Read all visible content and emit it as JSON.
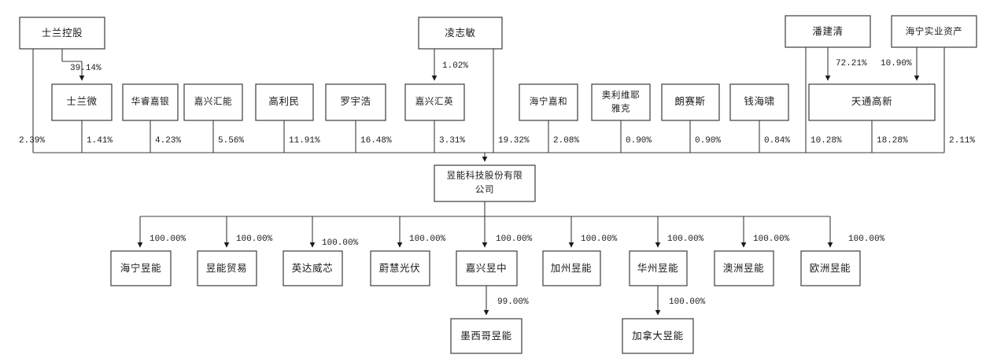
{
  "diagram": {
    "type": "ownership-structure-chart",
    "title": "",
    "center_company": {
      "id": "center",
      "label": "昱能科技股份有限公司"
    },
    "top_shareholders": [
      {
        "id": "shilan-holding",
        "label": "士兰控股"
      },
      {
        "id": "ling-zhimin",
        "label": "凌志敏"
      },
      {
        "id": "pan-jianqing",
        "label": "潘建清"
      },
      {
        "id": "haining-shiye",
        "label": "海宁实业资产"
      }
    ],
    "top_to_mid_edges": [
      {
        "from": "士兰控股",
        "to": "士兰微",
        "pct": "39.14%"
      },
      {
        "from": "凌志敏",
        "to": "嘉兴汇英",
        "pct": "1.02%"
      },
      {
        "from": "潘建清",
        "to": "天通高新",
        "pct": "72.21%"
      },
      {
        "from": "海宁实业资产",
        "to": "天通高新",
        "pct": "10.90%"
      }
    ],
    "mid_shareholders": [
      {
        "id": "shilan-micro",
        "label": "士兰微"
      },
      {
        "id": "huarui-jiayin",
        "label": "华睿嘉银"
      },
      {
        "id": "jiaxing-huineng",
        "label": "嘉兴汇能"
      },
      {
        "id": "gao-limin",
        "label": "高利民"
      },
      {
        "id": "luo-yuhao",
        "label": "罗宇浩"
      },
      {
        "id": "jiaxing-huiying",
        "label": "嘉兴汇英"
      },
      {
        "id": "haining-jiahe",
        "label": "海宁嘉和"
      },
      {
        "id": "olivier-jacques",
        "label": "奥利维耶雅克"
      },
      {
        "id": "langsaisi",
        "label": "朗赛斯"
      },
      {
        "id": "qian-haixiao",
        "label": "钱海啸"
      },
      {
        "id": "tiantong-gaoxin",
        "label": "天通高新"
      }
    ],
    "shareholder_percentages": [
      {
        "holder": "士兰控股",
        "pct": "2.39%"
      },
      {
        "holder": "士兰微",
        "pct": "1.41%"
      },
      {
        "holder": "华睿嘉银",
        "pct": "4.23%"
      },
      {
        "holder": "嘉兴汇能",
        "pct": "5.56%"
      },
      {
        "holder": "高利民",
        "pct": "11.91%"
      },
      {
        "holder": "罗宇浩",
        "pct": "16.48%"
      },
      {
        "holder": "嘉兴汇英",
        "pct": "3.31%"
      },
      {
        "holder": "凌志敏",
        "pct": "19.32%"
      },
      {
        "holder": "海宁嘉和",
        "pct": "2.08%"
      },
      {
        "holder": "奥利维耶雅克",
        "pct": "0.90%"
      },
      {
        "holder": "朗赛斯",
        "pct": "0.90%"
      },
      {
        "holder": "钱海啸",
        "pct": "0.84%"
      },
      {
        "holder": "潘建清",
        "pct": "10.28%"
      },
      {
        "holder": "天通高新",
        "pct": "18.28%"
      },
      {
        "holder": "海宁实业资产",
        "pct": "2.11%"
      }
    ],
    "subsidiaries": [
      {
        "id": "haining-yuneng",
        "label": "海宁昱能",
        "pct": "100.00%"
      },
      {
        "id": "yuneng-maoyi",
        "label": "昱能贸易",
        "pct": "100.00%"
      },
      {
        "id": "yingda-weixin",
        "label": "英达威芯",
        "pct": "100.00%"
      },
      {
        "id": "weihui-guangfu",
        "label": "蔚慧光伏",
        "pct": "100.00%"
      },
      {
        "id": "jiaxing-yuzhong",
        "label": "嘉兴昱中",
        "pct": "100.00%"
      },
      {
        "id": "jiazhou-yuneng",
        "label": "加州昱能",
        "pct": "100.00%"
      },
      {
        "id": "huazhou-yuneng",
        "label": "华州昱能",
        "pct": "100.00%"
      },
      {
        "id": "aozhou-yuneng",
        "label": "澳洲昱能",
        "pct": "100.00%"
      },
      {
        "id": "ouzhou-yuneng",
        "label": "欧洲昱能",
        "pct": "100.00%"
      }
    ],
    "sub_subsidiaries": [
      {
        "id": "moxige-yuneng",
        "label": "墨西哥昱能",
        "parent": "嘉兴昱中",
        "pct": "99.00%"
      },
      {
        "id": "jianada-yuneng",
        "label": "加拿大昱能",
        "parent": "华州昱能",
        "pct": "100.00%"
      }
    ],
    "colors": {
      "box_stroke": "#3c3c3c",
      "line": "#3c3c3c",
      "text": "#1a1a1a",
      "background": "#ffffff"
    }
  }
}
